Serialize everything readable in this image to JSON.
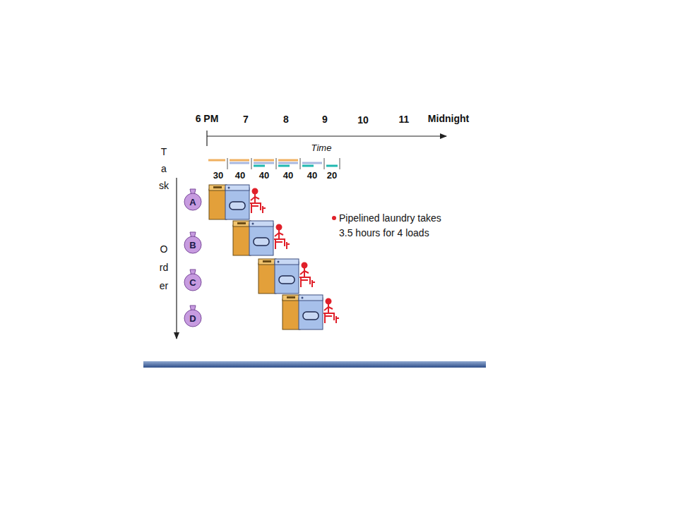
{
  "diagram": {
    "nodes": [
      {
        "text": [
          "A"
        ]
      },
      {
        "text": [
          "B"
        ]
      },
      {
        "text": [
          "C"
        ]
      },
      {
        "text": [
          "D"
        ]
      }
    ],
    "labels": [
      "6 PM",
      "7",
      "8",
      "9",
      "10",
      "11",
      "Midnight",
      "Time",
      "30",
      "40",
      "40",
      "40",
      "40",
      "20",
      "Task",
      "Order",
      "Pipelined laundry takes 3.5 hours for 4 loads"
    ]
  }
}
